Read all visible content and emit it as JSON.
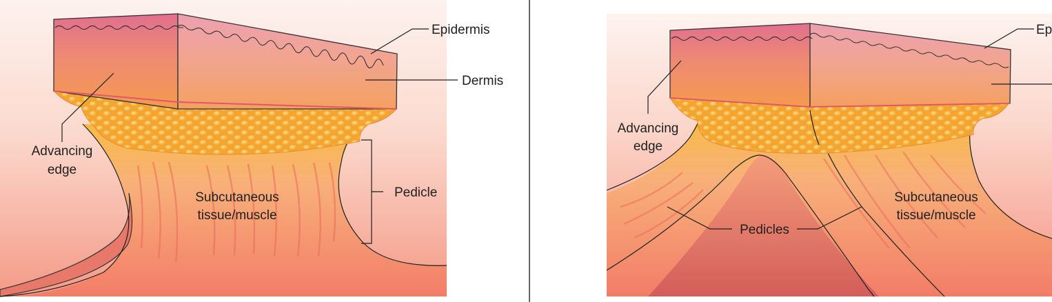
{
  "panels": [
    {
      "labels": {
        "epidermis": "Epidermis",
        "dermis": "Dermis",
        "advancing_edge_line1": "Advancing",
        "advancing_edge_line2": "edge",
        "subcutaneous_line1": "Subcutaneous",
        "subcutaneous_line2": "tissue/muscle",
        "pedicle": "Pedicle"
      }
    },
    {
      "labels": {
        "epidermis": "Ep",
        "advancing_edge_line1": "Advancing",
        "advancing_edge_line2": "edge",
        "subcutaneous_line1": "Subcutaneous",
        "subcutaneous_line2": "tissue/muscle",
        "pedicles": "Pedicles"
      }
    }
  ],
  "colors": {
    "epidermis": "#e0708f",
    "dermis": "#f08a55",
    "fat": "#f6b23c",
    "muscle": "#f07565",
    "background": "#fbe3dc",
    "divider": "#333333"
  }
}
